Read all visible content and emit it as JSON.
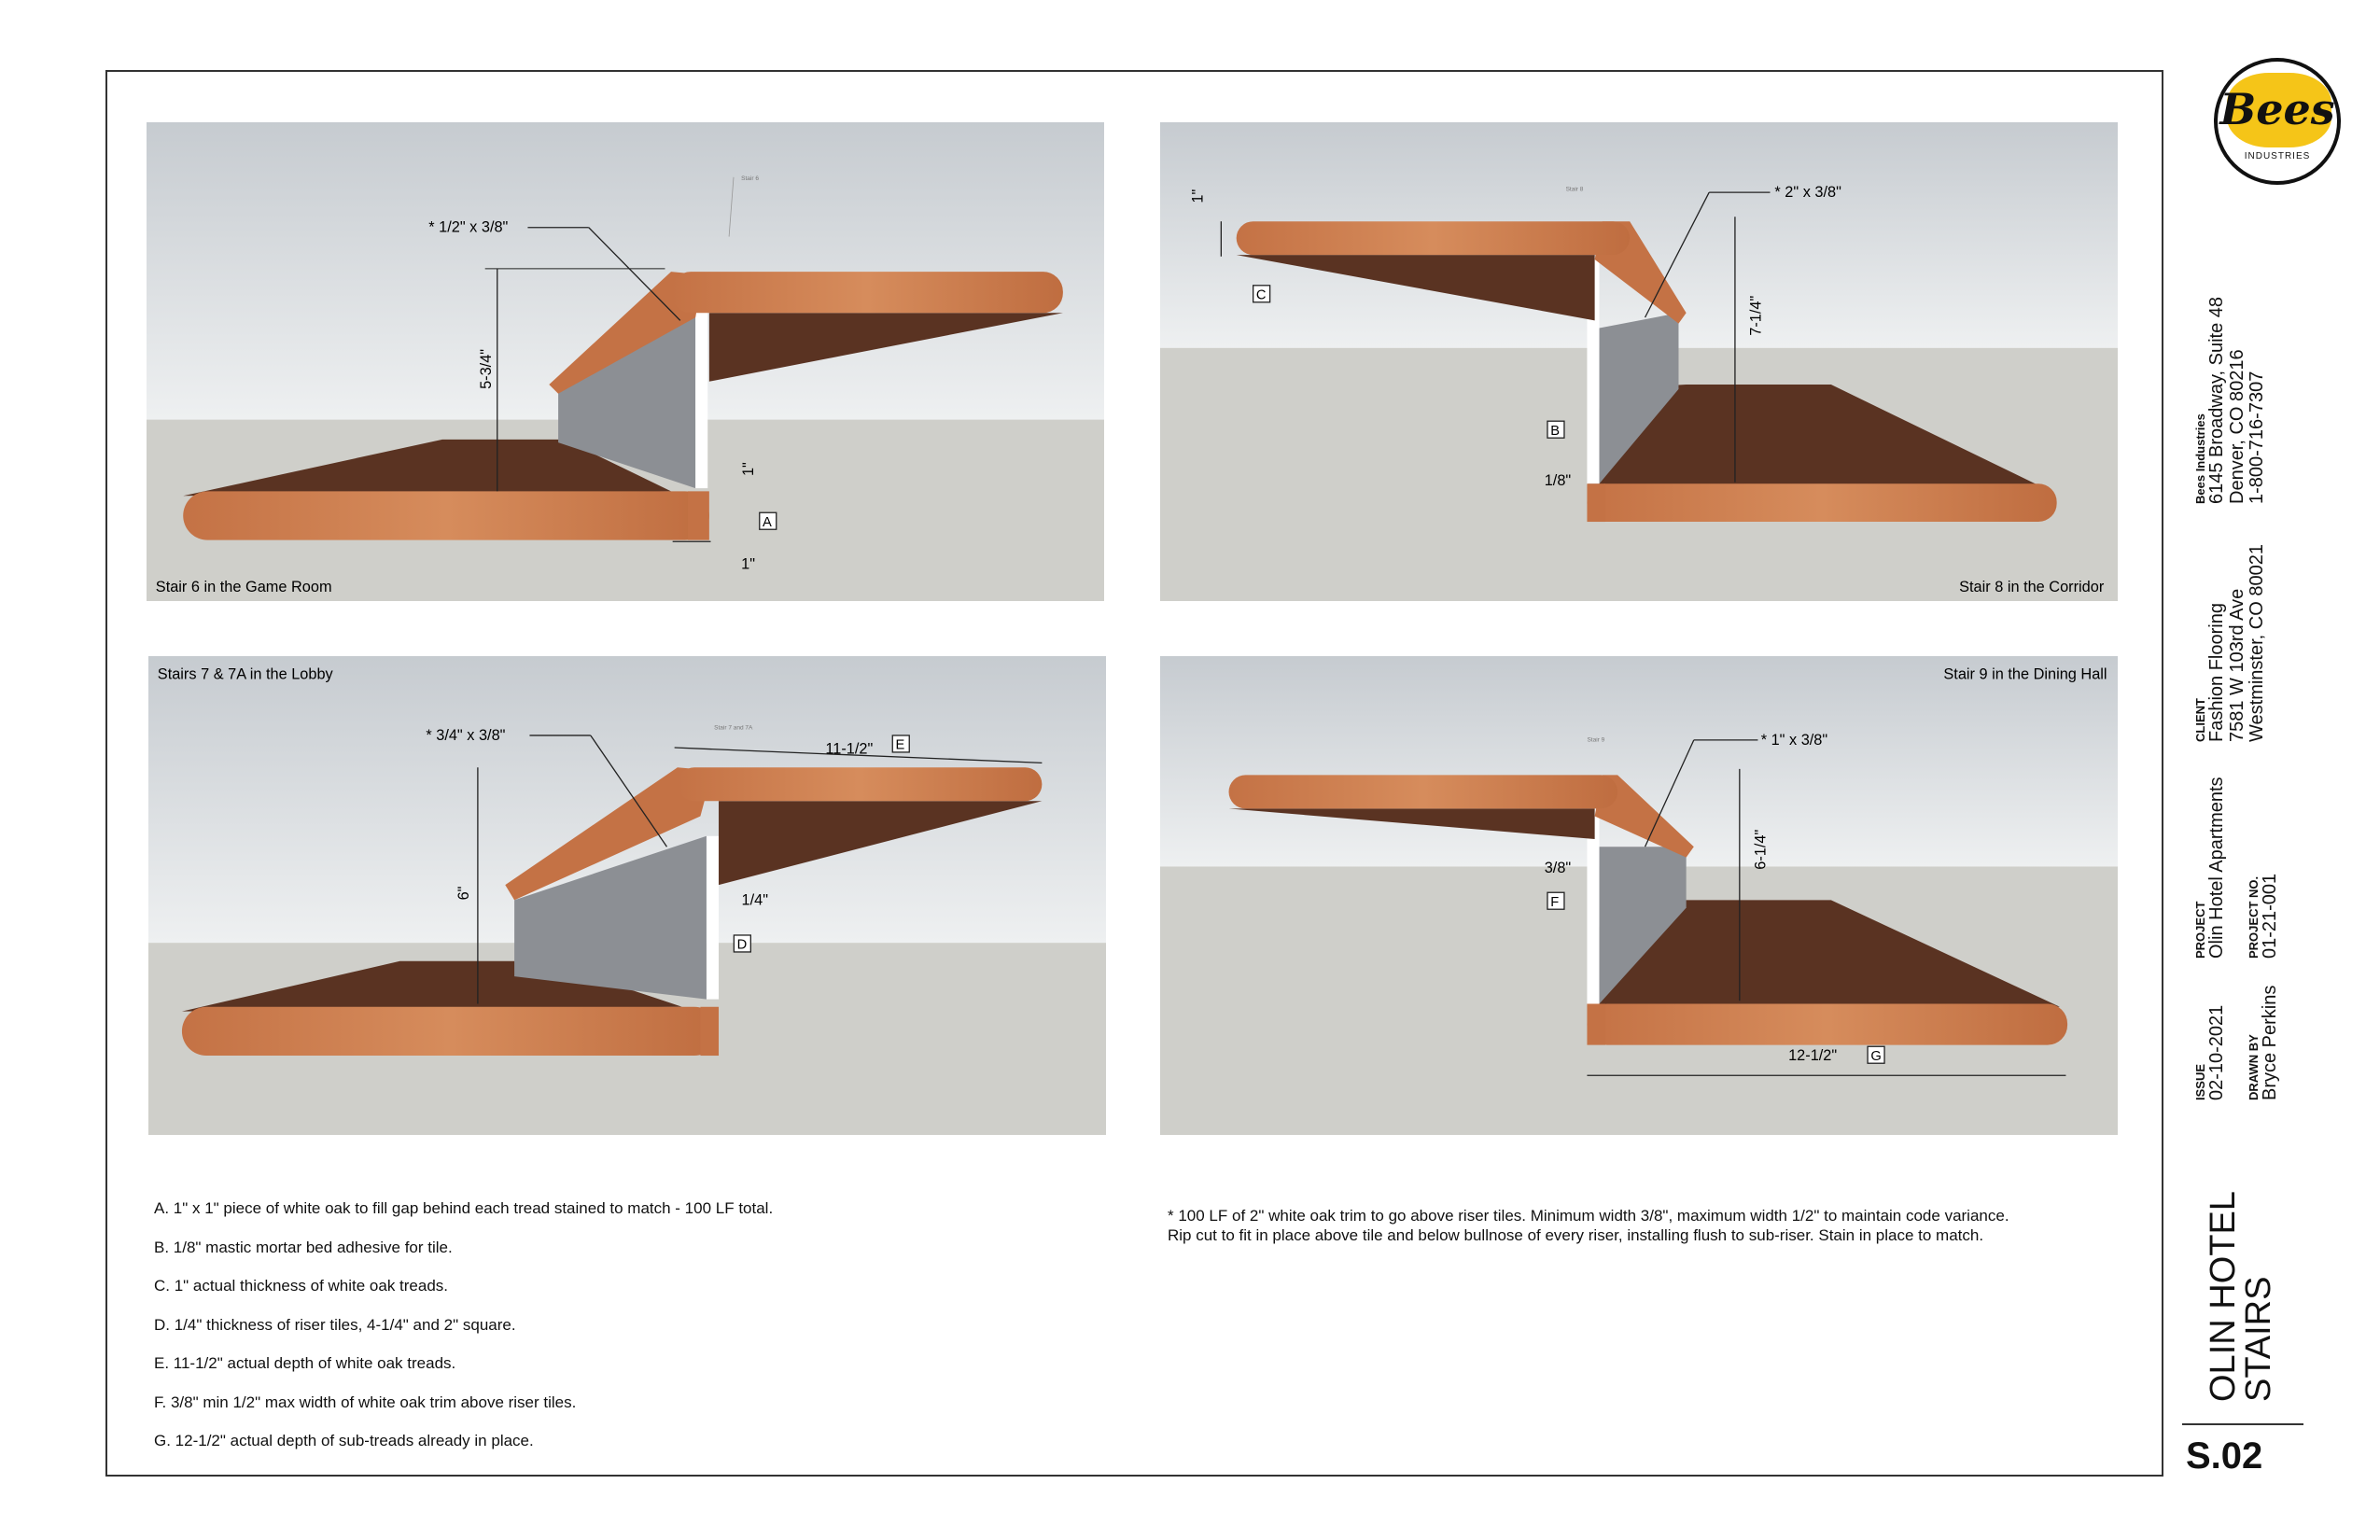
{
  "panels": [
    {
      "caption": "Stair 6 in the Game Room",
      "tag": "Stair 6",
      "trim": "* 1/2\" x 3/8\"",
      "rise": "5-3/4\"",
      "dims": [
        "1\"",
        "1\""
      ],
      "callouts": [
        "A"
      ]
    },
    {
      "caption": "Stair 8 in the Corridor",
      "tag": "Stair 8",
      "trim": "* 2\" x 3/8\"",
      "rise": "7-1/4\"",
      "dims": [
        "1\"",
        "1/8\""
      ],
      "callouts": [
        "C",
        "B"
      ]
    },
    {
      "caption": "Stairs 7 & 7A in the Lobby",
      "tag": "Stair 7 and 7A",
      "trim": "* 3/4\" x 3/8\"",
      "rise": "6\"",
      "dims": [
        "11-1/2\"",
        "1/4\""
      ],
      "callouts": [
        "E",
        "D"
      ]
    },
    {
      "caption": "Stair 9 in the Dining Hall",
      "tag": "Stair 9",
      "trim": "* 1\" x 3/8\"",
      "rise": "6-1/4\"",
      "dims": [
        "3/8\"",
        "12-1/2\""
      ],
      "callouts": [
        "F",
        "G"
      ]
    }
  ],
  "notes": [
    "A. 1\" x 1\" piece of white oak to fill gap behind each tread stained to match - 100 LF total.",
    "B. 1/8\" mastic mortar bed adhesive for tile.",
    "C. 1\" actual thickness of white oak treads.",
    "D. 1/4\" thickness of riser tiles, 4-1/4\" and 2\" square.",
    "E. 11-1/2\" actual depth of white oak treads.",
    "F. 3/8\" min 1/2\" max width of white oak trim above riser tiles.",
    "G. 12-1/2\" actual depth of sub-treads already in place."
  ],
  "trim_note": [
    "* 100 LF of 2\" white oak trim to go above riser tiles. Minimum width 3/8\", maximum width 1/2\" to maintain code variance.",
    "Rip cut to fit in place above tile and below bullnose of every riser, installing flush to sub-riser. Stain in place to match."
  ],
  "logo": {
    "name": "Bees",
    "sub": "INDUSTRIES"
  },
  "title_block": {
    "company": {
      "label": "Bees Industries",
      "lines": [
        "6145 Broadway, Suite 48",
        "Denver, CO 80216",
        "1-800-716-7307"
      ]
    },
    "client": {
      "label": "CLIENT",
      "lines": [
        "Fashion Flooring",
        "7581 W 103rd Ave",
        "Westminster, CO 80021"
      ]
    },
    "project": {
      "label": "PROJECT",
      "value": "Olin Hotel Apartments"
    },
    "project_no": {
      "label": "PROJECT NO.",
      "value": "01-21-001"
    },
    "issue": {
      "label": "ISSUE",
      "value": "02-10-2021"
    },
    "drawn_by": {
      "label": "DRAWN BY",
      "value": "Bryce Perkins"
    },
    "title": [
      "OLIN HOTEL",
      "STAIRS"
    ],
    "sheet": "S.02"
  },
  "colors": {
    "wood": "#c9774a",
    "wood_dark": "#5a3322",
    "riser": "#8c8f94",
    "floor": "#cfcfca",
    "sky_top": "#c9ced2",
    "sky_bottom": "#eef0f1",
    "logo_yellow": "#f5c518"
  }
}
